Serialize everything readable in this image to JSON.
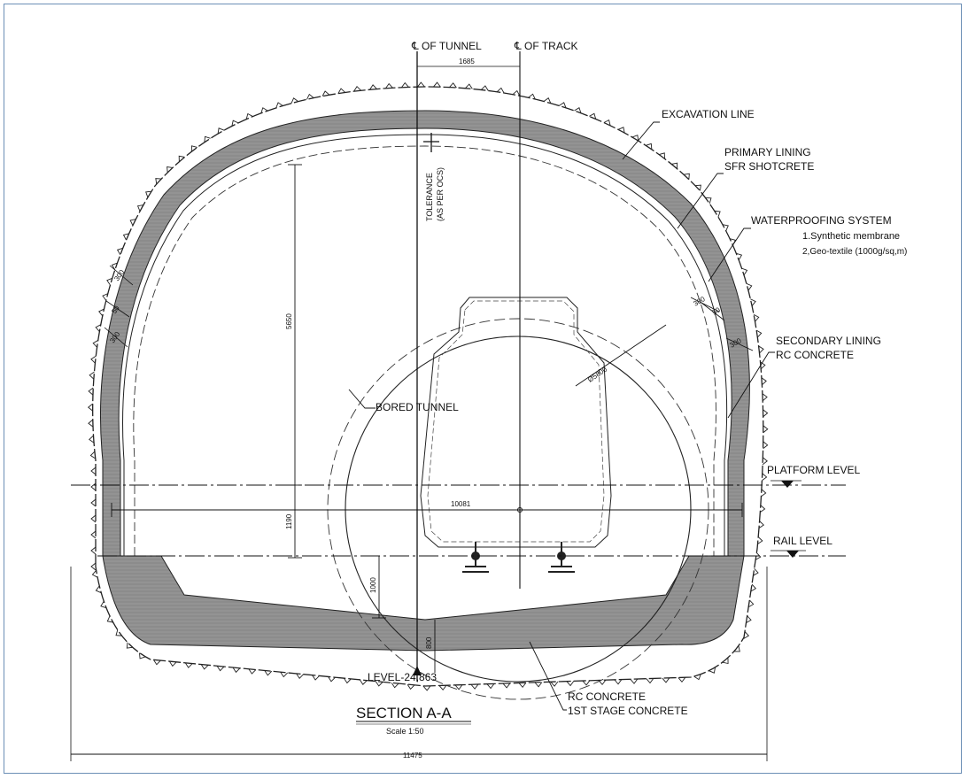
{
  "centerlines": {
    "tunnel": "℄ OF TUNNEL",
    "track": "℄ OF TRACK",
    "offset": "1685"
  },
  "labels": {
    "excavation_line": "EXCAVATION LINE",
    "primary_lining_1": "PRIMARY LINING",
    "primary_lining_2": "SFR SHOTCRETE",
    "waterproofing": "WATERPROOFING SYSTEM",
    "wp_item1": "1.Synthetic membrane",
    "wp_item2": "2,Geo-textile (1000g/sq,m)",
    "secondary_lining_1": "SECONDARY LINING",
    "secondary_lining_2": "RC CONCRETE",
    "bored_tunnel": "BORED TUNNEL",
    "tolerance_1": "TOLERANCE",
    "tolerance_2": "(AS PER OCS)",
    "platform_level": "PLATFORM LEVEL",
    "rail_level": "RAIL LEVEL",
    "level": "LEVEL-24,863",
    "rc_concrete_1": "RC CONCRETE",
    "rc_concrete_2": "1ST STAGE CONCRETE",
    "bore_dia": "Ø5800"
  },
  "dimensions": {
    "height_upper": "5650",
    "height_lower": "1190",
    "width_inner": "10081",
    "width_outer": "11475",
    "invert_1000": "1000",
    "invert_800": "800",
    "thk_left_1": "300",
    "thk_left_2": "50",
    "thk_left_3": "300",
    "thk_right_1": "300",
    "thk_right_2": "50",
    "thk_right_3": "300"
  },
  "title": {
    "main": "SECTION A-A",
    "scale": "Scale 1:50"
  }
}
